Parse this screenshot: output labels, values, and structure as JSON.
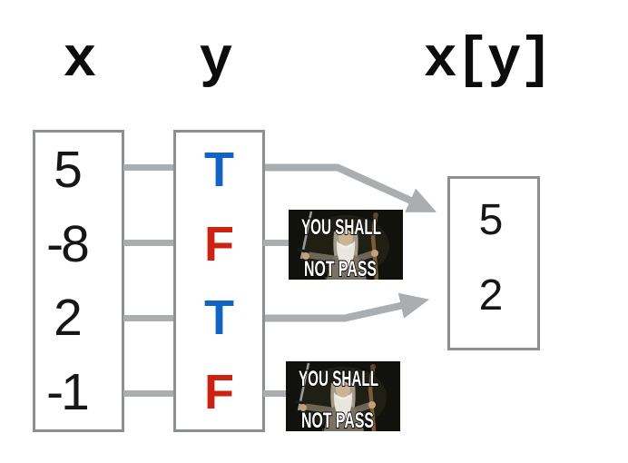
{
  "headers": {
    "x": "x",
    "y": "y",
    "result": "x[y]"
  },
  "x_column": {
    "values": [
      "5",
      "-8",
      "2",
      "-1"
    ]
  },
  "y_column": {
    "values": [
      {
        "label": "T",
        "meaning": "true",
        "color": "#1164c2"
      },
      {
        "label": "F",
        "meaning": "false",
        "color": "#cc2211"
      },
      {
        "label": "T",
        "meaning": "true",
        "color": "#1164c2"
      },
      {
        "label": "F",
        "meaning": "false",
        "color": "#cc2211"
      }
    ]
  },
  "result_column": {
    "values": [
      "5",
      "2"
    ]
  },
  "meme": {
    "top_text": "YOU SHALL",
    "bottom_text": "NOT PASS"
  },
  "colors": {
    "true_blue": "#1164c2",
    "false_red": "#cc2211",
    "box_border": "#8d9093",
    "connector_gray": "#abaeb0",
    "text_black": "#161616"
  }
}
